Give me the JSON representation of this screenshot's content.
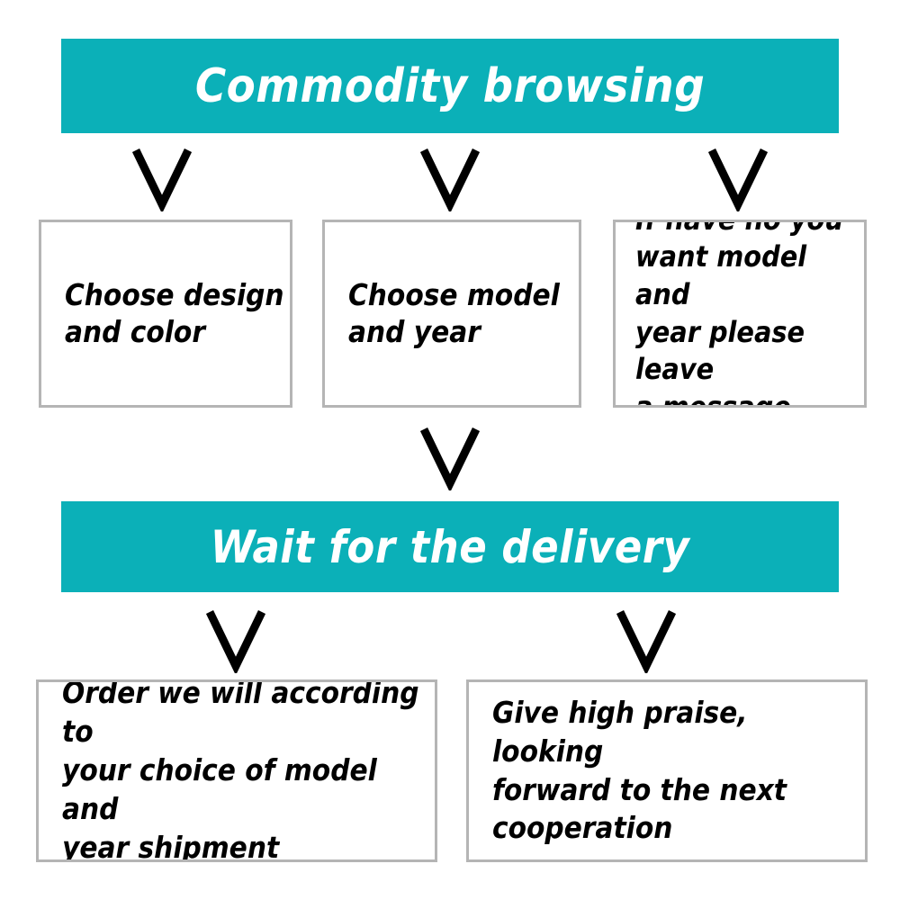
{
  "flowchart": {
    "title": "Commodity browsing",
    "background_color": "#ffffff",
    "accent_color": "#0bb0b8",
    "box_border_color": "#b5b5b5",
    "text_color": "#000000",
    "banner_text_color": "#ffffff",
    "banners": [
      {
        "id": "commodity-browsing",
        "label": "Commodity browsing"
      },
      {
        "id": "wait-for-the-delivery",
        "label": "Wait for the delivery"
      }
    ],
    "step_boxes": [
      {
        "id": "choose-design-and-color",
        "label": "Choose design\nand color"
      },
      {
        "id": "choose-model-and-year",
        "label": "Choose model\nand year"
      },
      {
        "id": "leave-a-message",
        "label": "If have no you\nwant model and\nyear please leave\na message"
      },
      {
        "id": "order-shipment",
        "label": "Order we will according to\nyour choice of model and\nyear shipment"
      },
      {
        "id": "give-high-praise",
        "label": "Give high praise, looking\nforward to the next\ncooperation"
      }
    ],
    "arrows": [
      {
        "id": "arrow-to-design",
        "glyph": "chevron-down"
      },
      {
        "id": "arrow-to-model",
        "glyph": "chevron-down"
      },
      {
        "id": "arrow-to-message",
        "glyph": "chevron-down"
      },
      {
        "id": "arrow-to-delivery-banner",
        "glyph": "chevron-down"
      },
      {
        "id": "arrow-to-order",
        "glyph": "chevron-down"
      },
      {
        "id": "arrow-to-praise",
        "glyph": "chevron-down"
      }
    ]
  }
}
